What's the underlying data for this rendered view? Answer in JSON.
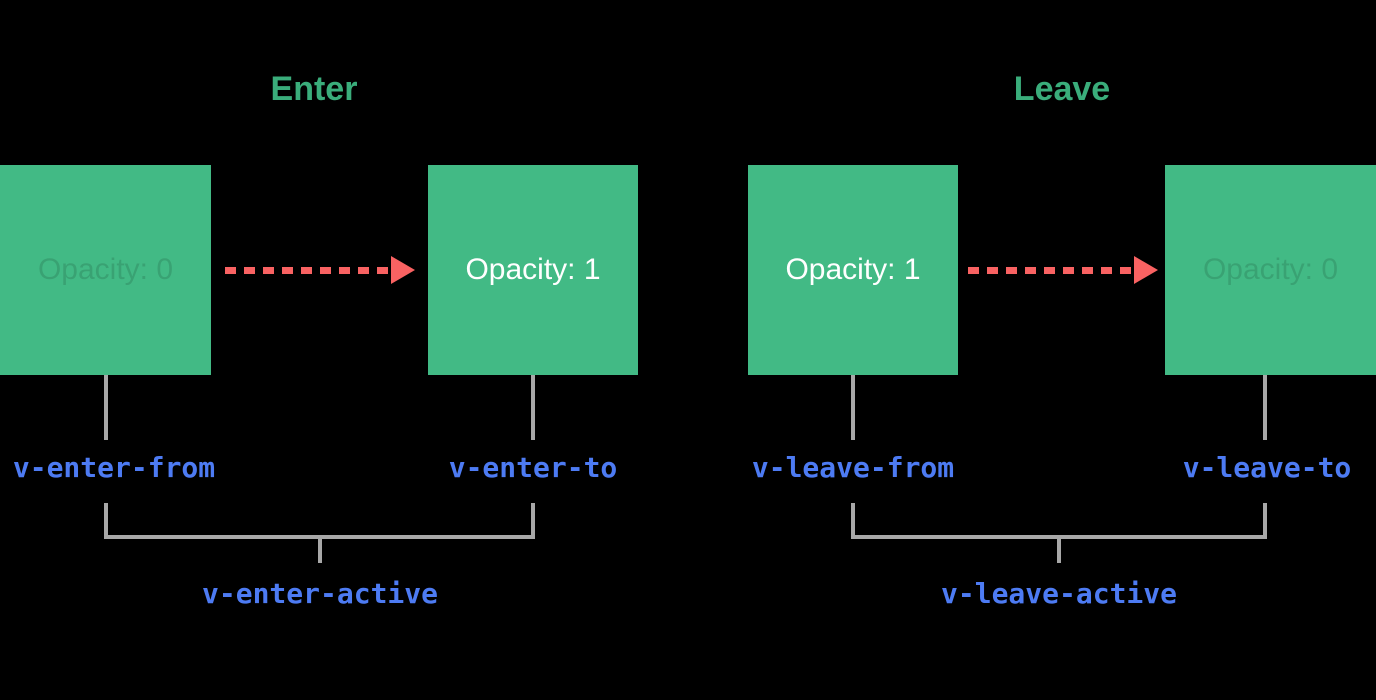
{
  "colors": {
    "square_green": "#42ba85",
    "title_green": "#3aad7b",
    "arrow_red": "#f96262",
    "label_blue": "#4d7bf3",
    "line_gray": "#a8a8a8",
    "text_white": "#ffffff",
    "faint_text": "rgba(0,0,0,0.13)"
  },
  "enter": {
    "title": "Enter",
    "from_label": "Opacity: 0",
    "to_label": "Opacity: 1",
    "from_class": "v-enter-from",
    "to_class": "v-enter-to",
    "active_class": "v-enter-active"
  },
  "leave": {
    "title": "Leave",
    "from_label": "Opacity: 1",
    "to_label": "Opacity: 0",
    "from_class": "v-leave-from",
    "to_class": "v-leave-to",
    "active_class": "v-leave-active"
  }
}
